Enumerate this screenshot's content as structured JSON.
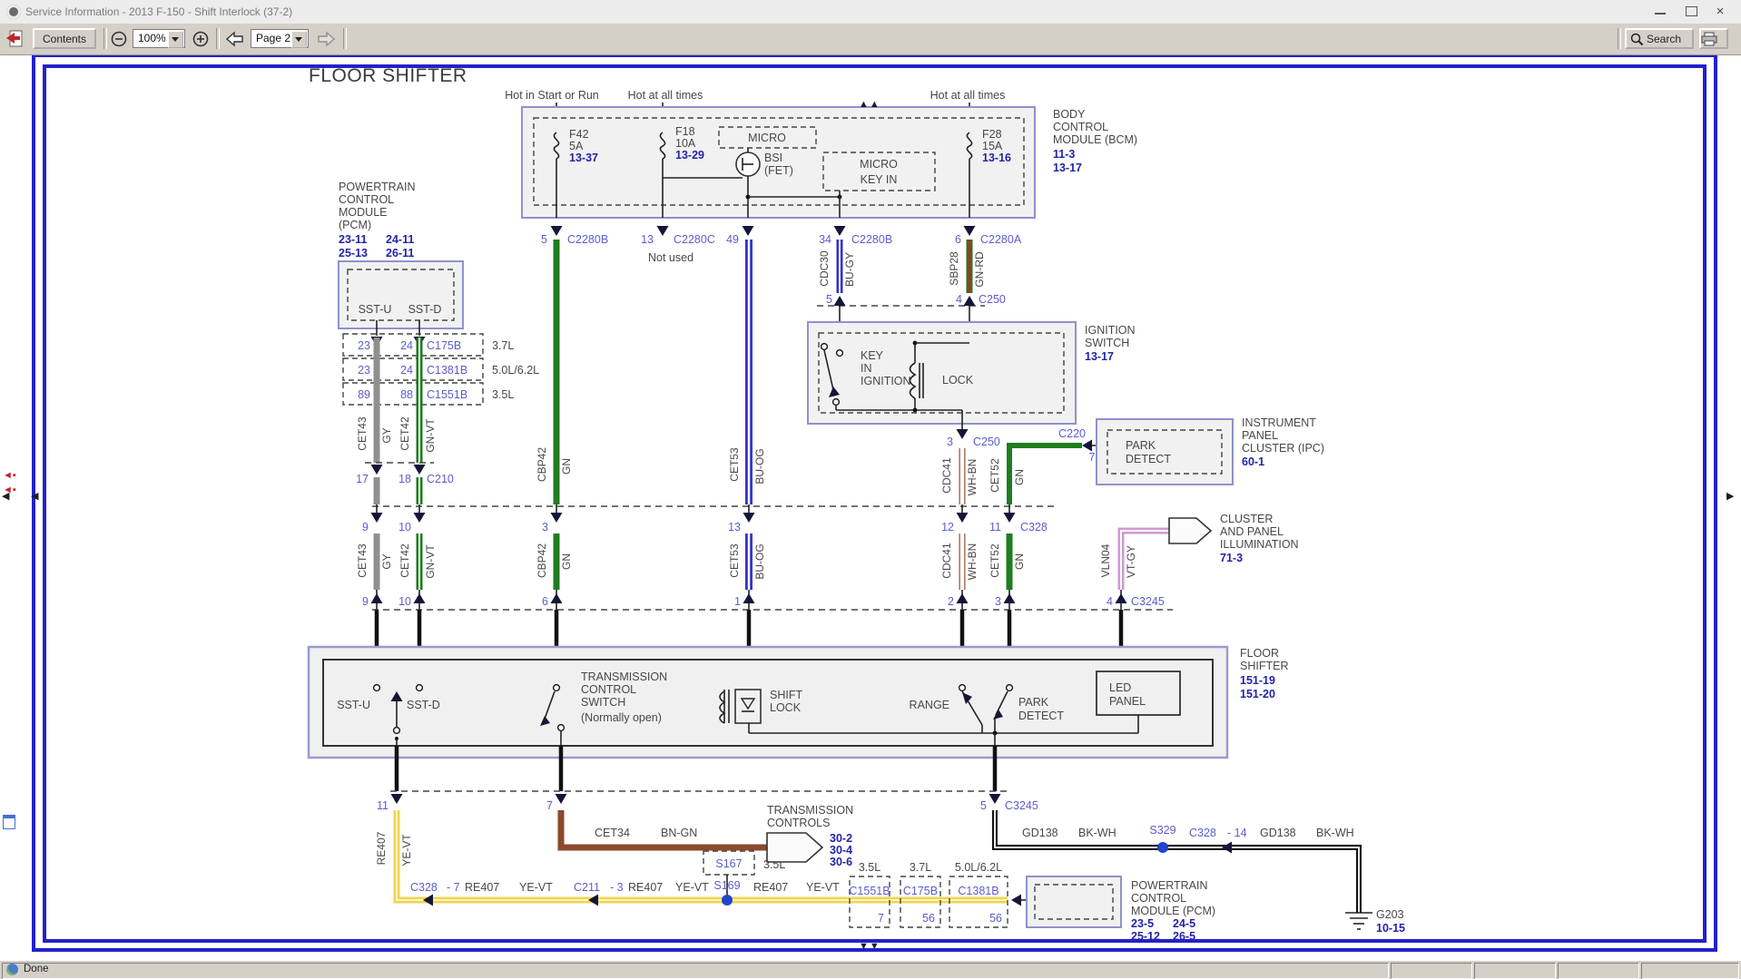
{
  "window": {
    "title": "Service Information - 2013 F-150 - Shift Interlock (37-2)"
  },
  "toolbar": {
    "contents": "Contents",
    "zoom_value": "100%",
    "page_value": "Page 2",
    "search": "Search"
  },
  "statusbar": {
    "text": "Done"
  },
  "diagram": {
    "title": "FLOOR SHIFTER",
    "feeds": {
      "f1": "Hot in Start or Run",
      "f2": "Hot at all times",
      "f3": "Hot at all times"
    },
    "bcm": {
      "l1": "BODY",
      "l2": "CONTROL",
      "l3": "MODULE (BCM)",
      "r1": "11-3",
      "r2": "13-17",
      "f42": "F42",
      "f42a": "5A",
      "f42r": "13-37",
      "f18": "F18",
      "f18a": "10A",
      "f18r": "13-29",
      "f28": "F28",
      "f28a": "15A",
      "f28r": "13-16",
      "micro": "MICRO",
      "bsi1": "BSI",
      "bsi2": "(FET)",
      "mk1": "MICRO",
      "mk2": "KEY IN"
    },
    "pins": {
      "p5": "5",
      "c5": "C2280B",
      "p13": "13",
      "c13": "C2280C",
      "nu": "Not used",
      "p49": "49",
      "p34": "34",
      "c34": "C2280B",
      "p6": "6",
      "c6": "C2280A"
    },
    "c250": {
      "p5": "5",
      "p4": "4",
      "n": "C250",
      "p3": "3"
    },
    "ign": {
      "l1": "IGNITION",
      "l2": "SWITCH",
      "r": "13-17",
      "k1": "KEY",
      "k2": "IN",
      "k3": "IGNITION",
      "lock": "LOCK"
    },
    "ipc": {
      "p1": "PARK",
      "p2": "DETECT",
      "l1": "INSTRUMENT",
      "l2": "PANEL",
      "l3": "CLUSTER (IPC)",
      "r": "60-1",
      "c220": "C220",
      "p7": "7"
    },
    "illum": {
      "l1": "CLUSTER",
      "l2": "AND PANEL",
      "l3": "ILLUMINATION",
      "r": "71-3"
    },
    "pcm": {
      "l1": "POWERTRAIN",
      "l2": "CONTROL",
      "l3": "MODULE",
      "l4": "(PCM)",
      "r1": "23-11",
      "r2": "24-11",
      "r3": "25-13",
      "r4": "26-11",
      "sstu": "SST-U",
      "sstd": "SST-D"
    },
    "eng": [
      {
        "a": "23",
        "b": "24",
        "c": "C175B",
        "e": "3.7L"
      },
      {
        "a": "23",
        "b": "24",
        "c": "C1381B",
        "e": "5.0L/6.2L"
      },
      {
        "a": "89",
        "b": "88",
        "c": "C1551B",
        "e": "3.5L"
      }
    ],
    "c210": {
      "a": "17",
      "b": "18",
      "n": "C210"
    },
    "w": {
      "cet43": "CET43",
      "gy": "GY",
      "cet42": "CET42",
      "gnvt": "GN-VT",
      "cbp42": "CBP42",
      "gn": "GN",
      "cet53": "CET53",
      "buog": "BU-OG",
      "cdc30": "CDC30",
      "bugy": "BU-GY",
      "sbp28": "SBP28",
      "gnrd": "GN-RD",
      "cdc41": "CDC41",
      "whbn": "WH-BN",
      "cet52": "CET52",
      "vln04": "VLN04",
      "vtgy": "VT-GY",
      "re407": "RE407",
      "yevt": "YE-VT",
      "cet34": "CET34",
      "bngn": "BN-GN",
      "gd138": "GD138",
      "bkwh": "BK-WH"
    },
    "c328": {
      "p": [
        "9",
        "10",
        "3",
        "13",
        "12",
        "11"
      ],
      "n": "C328"
    },
    "c3245": {
      "p": [
        "9",
        "10",
        "6",
        "1",
        "2",
        "3",
        "4"
      ],
      "n": "C3245"
    },
    "shifter": {
      "sstu": "SST-U",
      "sstd": "SST-D",
      "t1": "TRANSMISSION",
      "t2": "CONTROL",
      "t3": "SWITCH",
      "t4": "(Normally open)",
      "s1": "SHIFT",
      "s2": "LOCK",
      "range": "RANGE",
      "pd1": "PARK",
      "pd2": "DETECT",
      "led1": "LED",
      "led2": "PANEL",
      "l1": "FLOOR",
      "l2": "SHIFTER",
      "r1": "151-19",
      "r2": "151-20"
    },
    "bot": {
      "p11": "11",
      "p7": "7",
      "p5": "5",
      "c": "C3245",
      "c328a": "C328",
      "c328ap": "- 7",
      "c211": "C211",
      "c211p": "- 3",
      "s169": "S169",
      "s167": "S167",
      "s167e": "3.5L",
      "e1": "3.5L",
      "e2": "3.7L",
      "e3": "5.0L/6.2L",
      "cc1": "C1551B",
      "cc2": "C175B",
      "cc3": "C1381B",
      "pp1": "7",
      "pp2": "56",
      "pp3": "56",
      "pcm1": "POWERTRAIN",
      "pcm2": "CONTROL",
      "pcm3": "MODULE (PCM)",
      "pr1": "23-5",
      "pr2": "24-5",
      "pr3": "25-12",
      "pr4": "26-5",
      "tc1": "TRANSMISSION",
      "tc2": "CONTROLS",
      "tr1": "30-2",
      "tr2": "30-4",
      "tr3": "30-6",
      "s329": "S329",
      "c328b": "C328",
      "c328bp": "- 14",
      "g203": "G203",
      "g203r": "10-15"
    },
    "colors": {
      "page_border": "#2121cd",
      "box_fill": "#f1f1f1",
      "box_stroke": "#9191cb",
      "ref_blue": "#2323a9",
      "link_blue": "#5c5cd0",
      "text_gray": "#474747",
      "green": "#1f7d1f",
      "gray_wire": "#8f8f8f",
      "blue_wire": "#3333c8",
      "violet": "#cf9ad2",
      "yellow": "#eed64e",
      "brown": "#8b4a2c",
      "red_stripe": "#cc2222",
      "white_brown": "#9a5b3c",
      "splice_blue": "#2244cc"
    }
  }
}
